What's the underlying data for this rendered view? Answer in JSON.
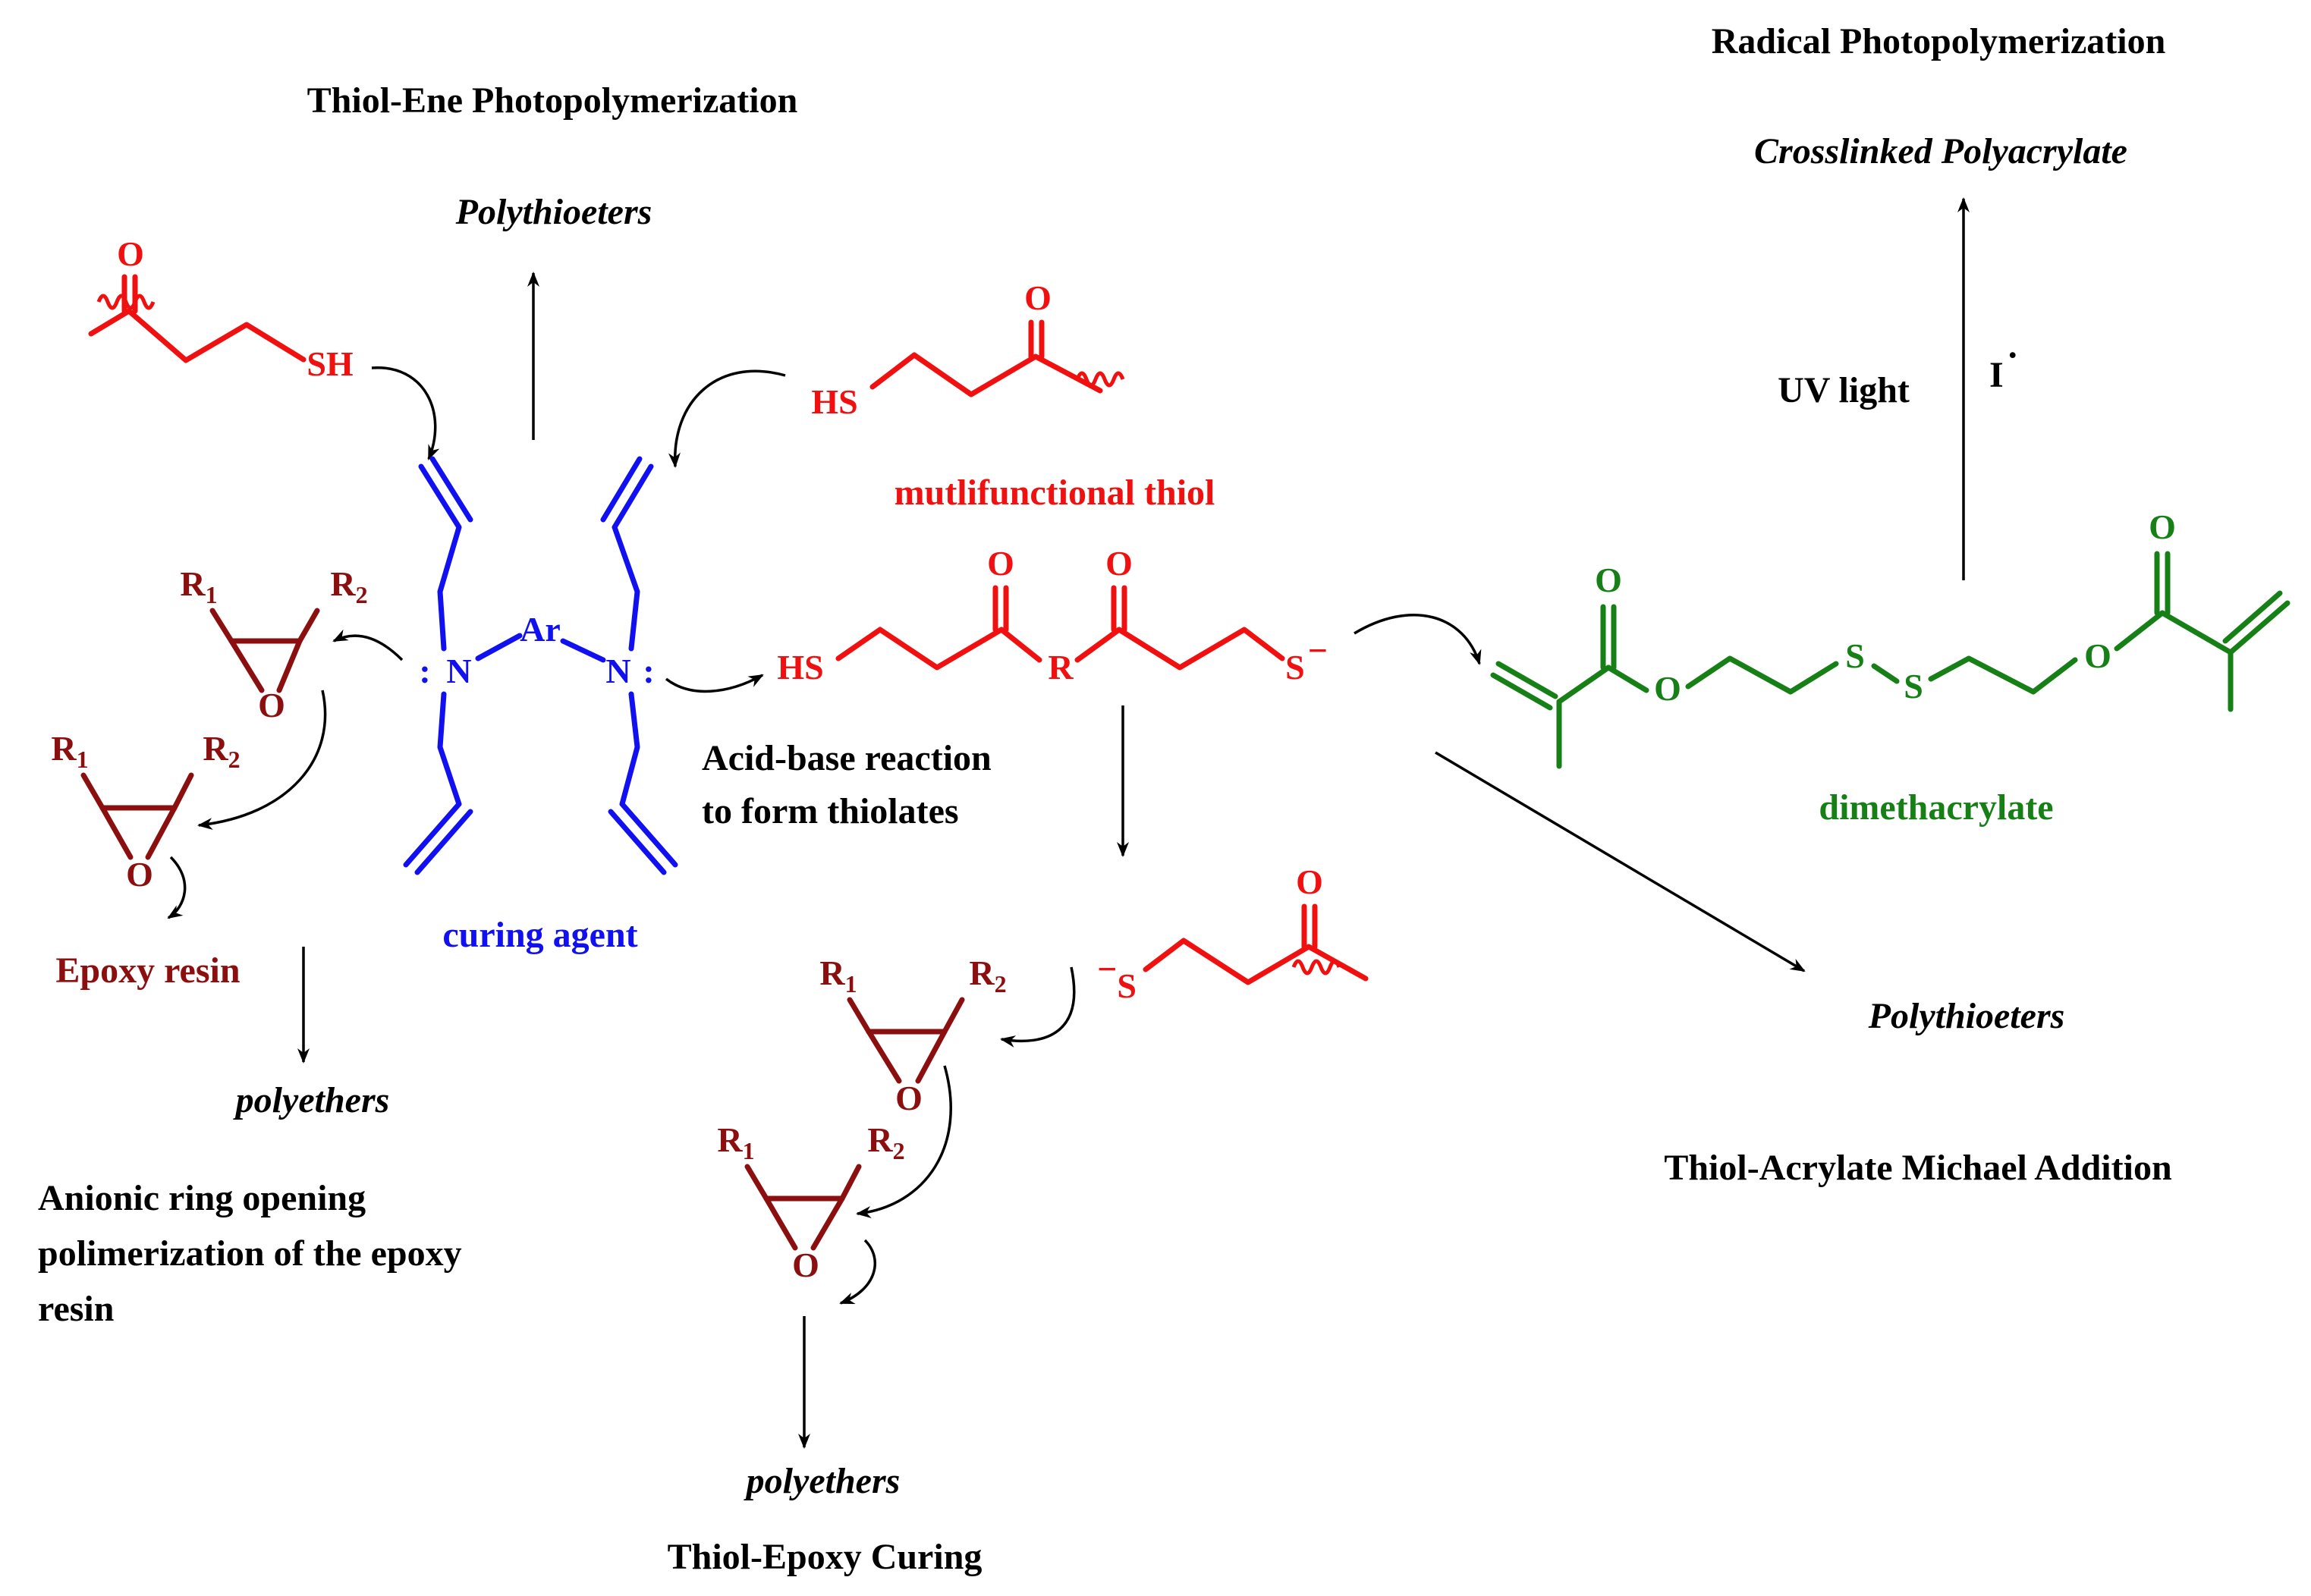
{
  "colors": {
    "thiol": "#f01010",
    "amine": "#1010f0",
    "epoxy": "#8c0f0f",
    "acrylate": "#168016",
    "arrow": "#000000"
  },
  "titles": {
    "radical": "Radical Photopolymerization",
    "thiol_ene": "Thiol-Ene Photopolymerization",
    "thiol_acrylate": "Thiol-Acrylate Michael Addition",
    "thiol_epoxy": "Thiol-Epoxy Curing",
    "anionic_line1": "Anionic ring opening",
    "anionic_line2": "polimerization of the epoxy",
    "anionic_line3": "resin"
  },
  "products": {
    "crosslinked": "Crosslinked Polyacrylate",
    "polythioeters_top": "Polythioeters",
    "polythioeters_right": "Polythioeters",
    "polyethers_left": "polyethers",
    "polyethers_bottom": "polyethers"
  },
  "labels": {
    "multifunctional_thiol": "mutlifunctional thiol",
    "curing_agent": "curing agent",
    "epoxy_resin": "Epoxy resin",
    "dimethacrylate": "dimethacrylate",
    "acid_base_line1": "Acid-base reaction",
    "acid_base_line2": "to form thiolates",
    "uv_light": "UV light",
    "initiator": "I",
    "initiator_dot": "·"
  },
  "atoms": {
    "O": "O",
    "SH": "SH",
    "HS": "HS",
    "S": "S",
    "S_minus": "S",
    "minus": "−",
    "N": "N",
    "N_lone": ":",
    "Ar": "Ar",
    "R": "R",
    "R1": "R",
    "R2": "R",
    "sub1": "1",
    "sub2": "2"
  }
}
